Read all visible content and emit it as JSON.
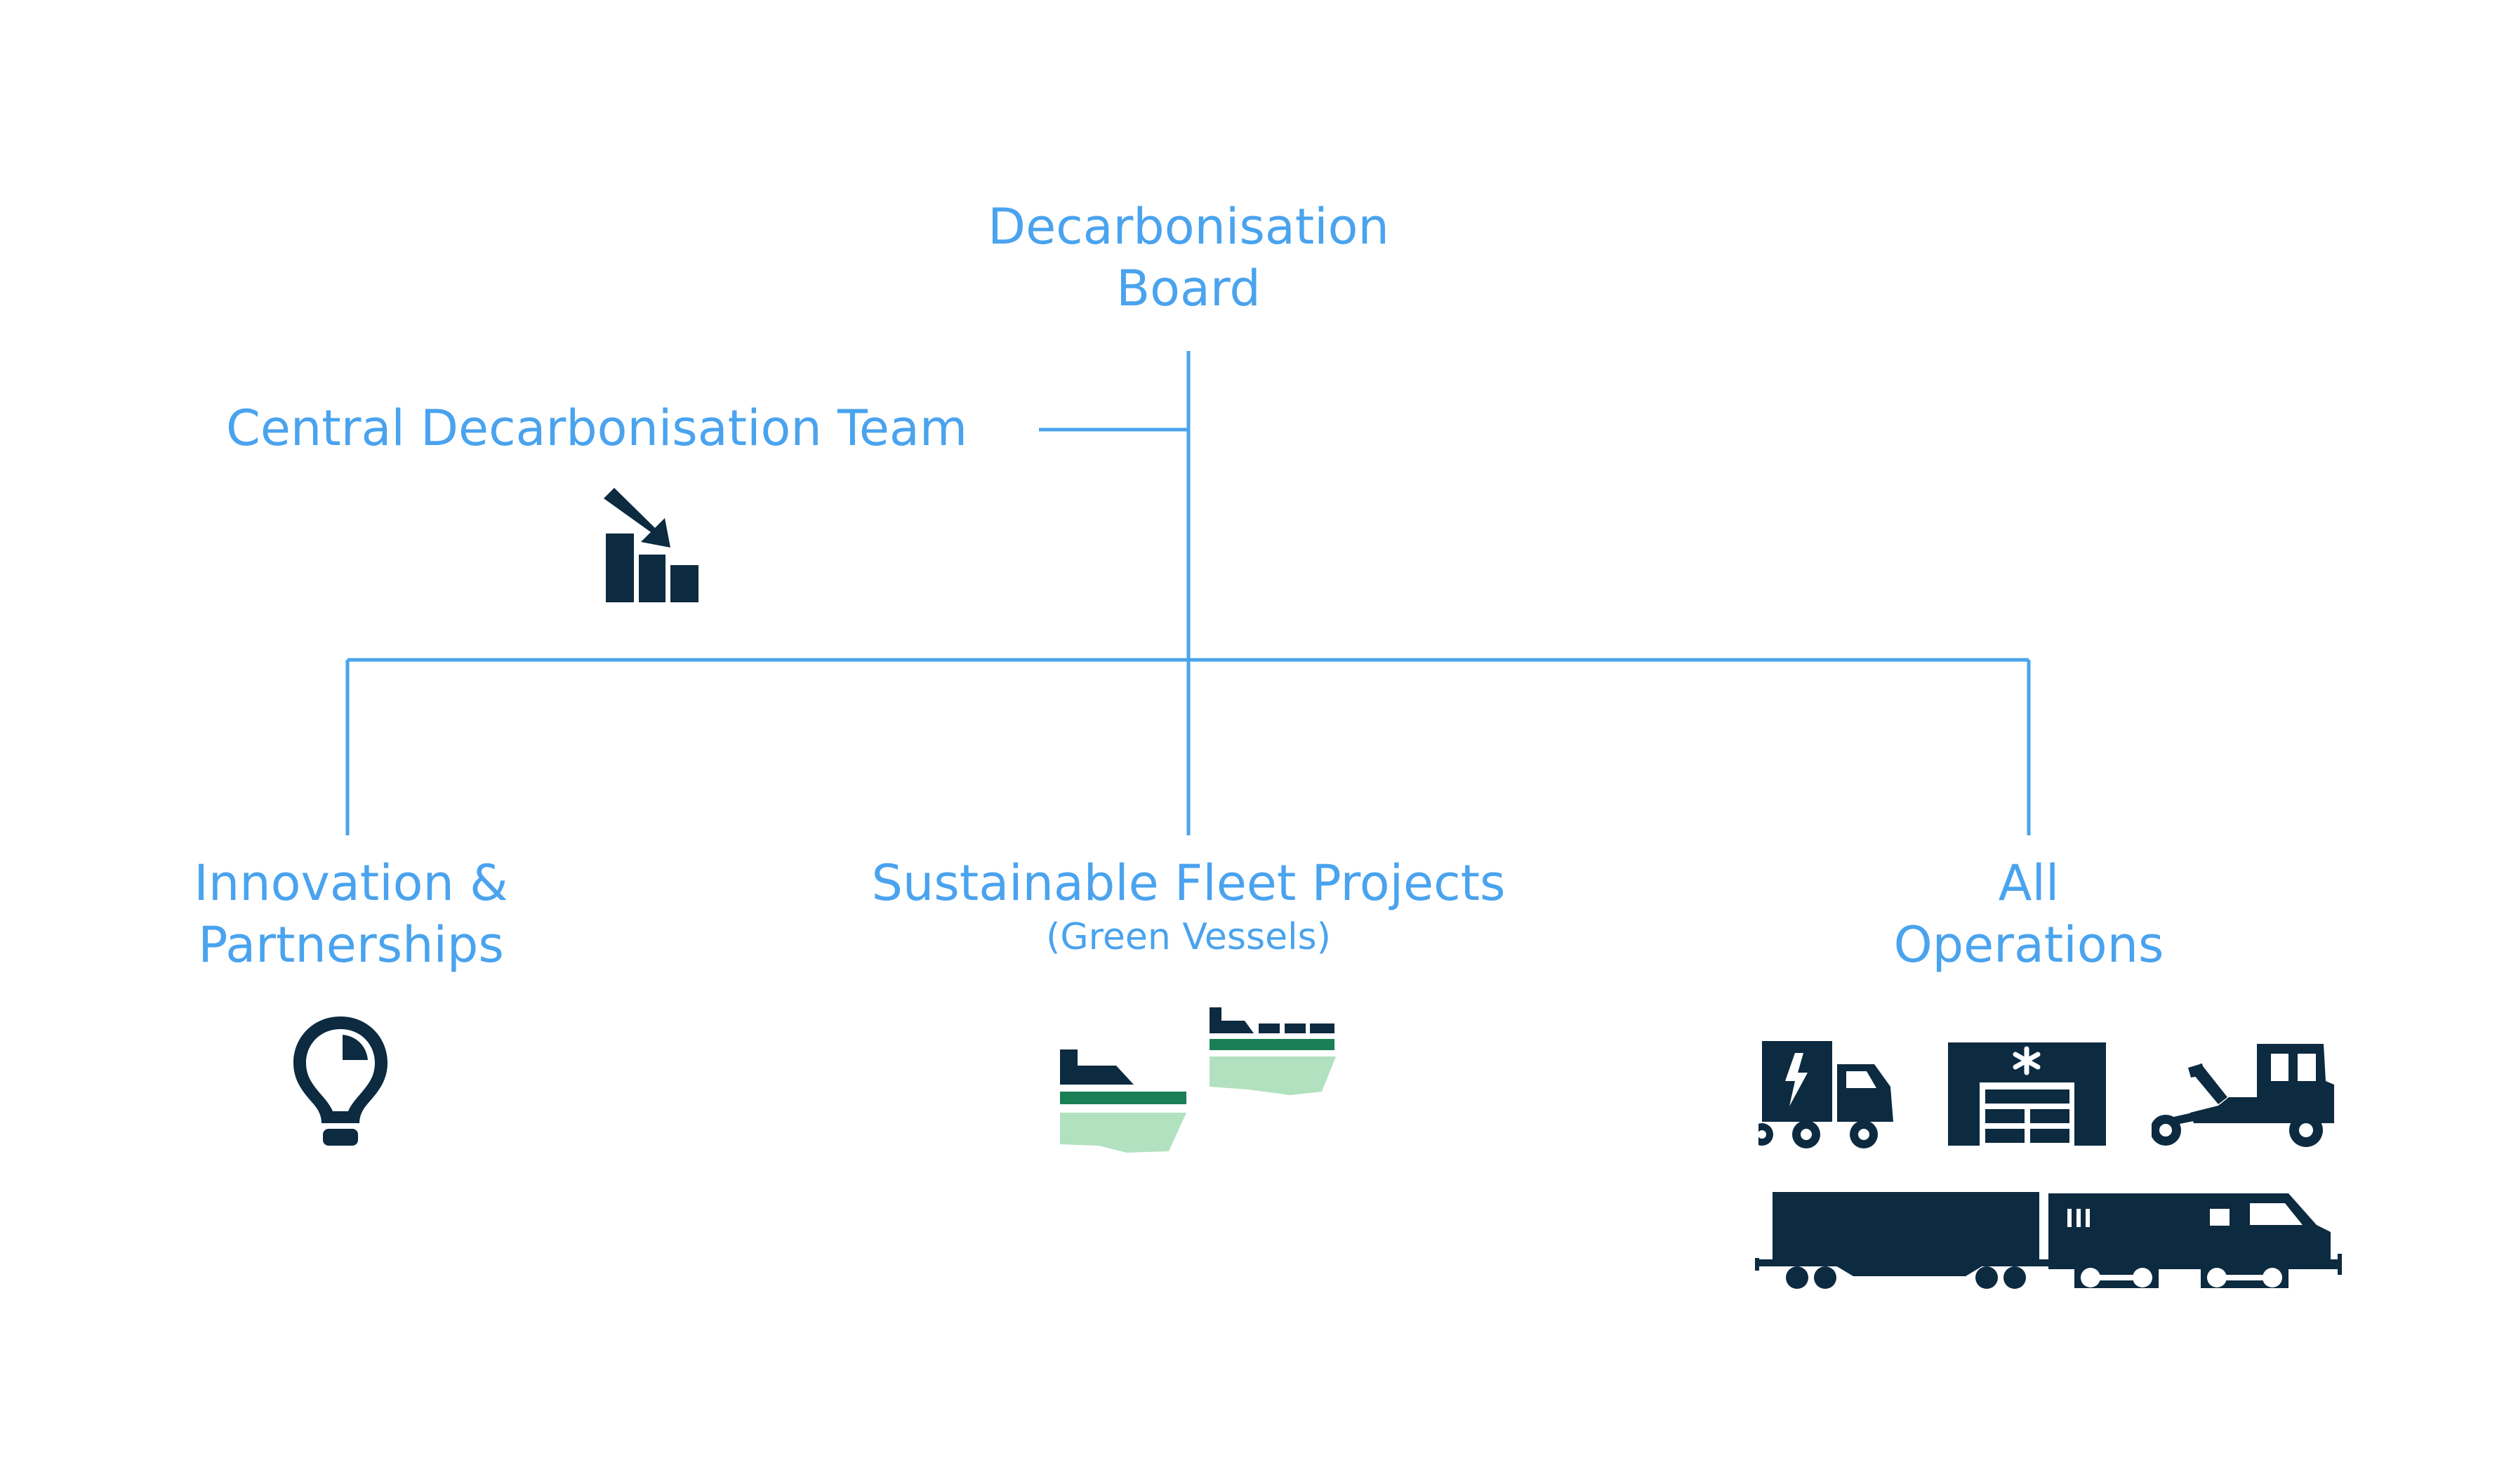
{
  "nodes": {
    "board": {
      "line1": "Decarbonisation",
      "line2": "Board"
    },
    "central_team": {
      "label": "Central Decarbonisation Team"
    },
    "innovation": {
      "line1": "Innovation &",
      "line2": "Partnerships"
    },
    "fleet": {
      "title": "Sustainable Fleet Projects",
      "subtitle": "(Green Vessels)"
    },
    "operations": {
      "line1": "All",
      "line2": "Operations"
    }
  },
  "icons": {
    "central_team": "declining-chart-icon",
    "innovation": "lightbulb-icon",
    "fleet": [
      "vessel-icon",
      "vessel-icon"
    ],
    "operations": [
      "electric-truck-icon",
      "warehouse-icon",
      "tug-tractor-icon",
      "locomotive-train-icon"
    ]
  },
  "colors": {
    "line": "#4aa3ee",
    "label": "#4aa3ee",
    "icon": "#0c2a40",
    "vessel_stripe": "#1a7f55",
    "water": "#b1e1bf"
  }
}
